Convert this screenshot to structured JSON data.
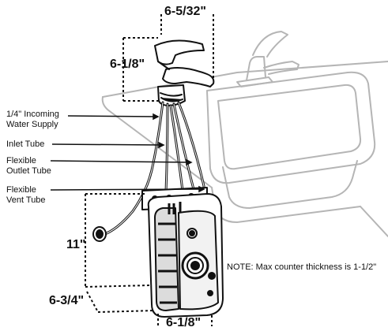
{
  "dimensions": {
    "faucet_width": "6-5/32\"",
    "faucet_height": "6-1/8\"",
    "tank_height": "11\"",
    "tank_depth": "6-3/4\"",
    "tank_width": "6-1/8\""
  },
  "labels": {
    "incoming_line1": "1/4\" Incoming",
    "incoming_line2": "Water Supply",
    "inlet": "Inlet Tube",
    "outlet_line1": "Flexible",
    "outlet_line2": "Outlet Tube",
    "vent_line1": "Flexible",
    "vent_line2": "Vent Tube"
  },
  "note": "NOTE: Max counter thickness is 1-1/2\"",
  "colors": {
    "line": "#111111",
    "sink": "#b5b5b5",
    "tank_body": "#ffffff",
    "tank_panel": "#dcdcdc"
  }
}
